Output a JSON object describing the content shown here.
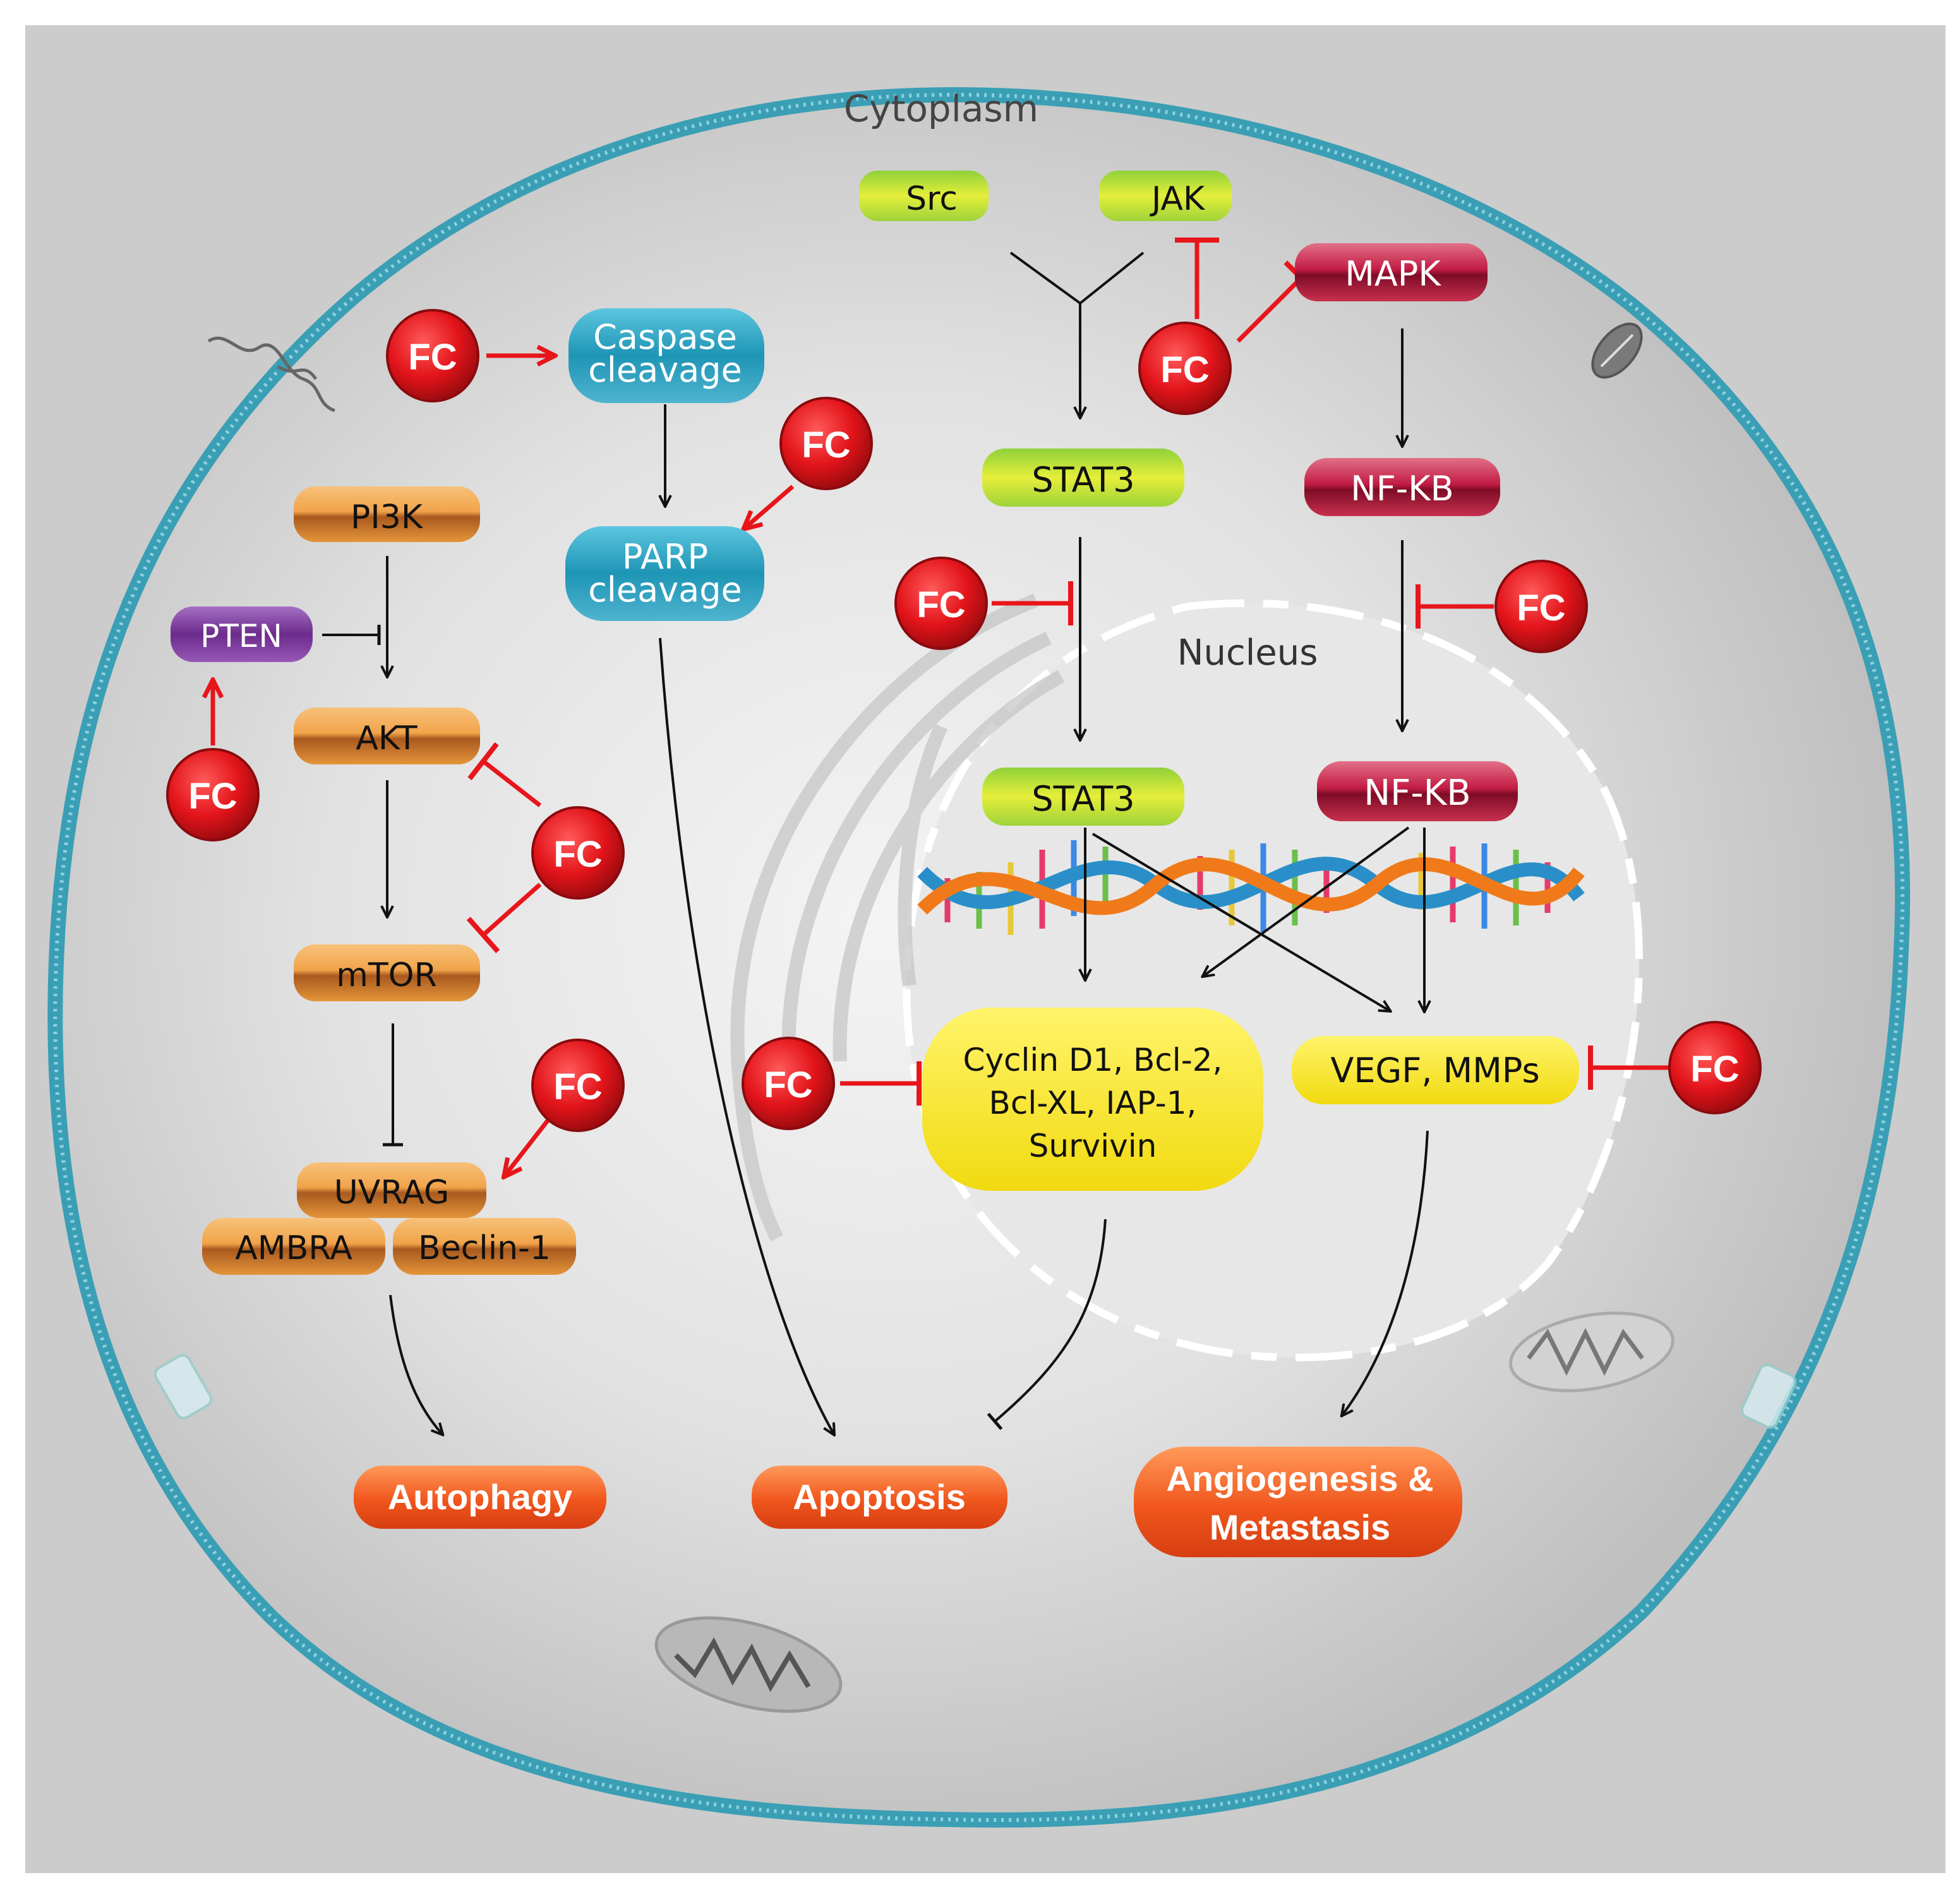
{
  "regions": {
    "cytoplasm": "Cytoplasm",
    "nucleus": "Nucleus"
  },
  "nodes": {
    "src": "Src",
    "jak": "JAK",
    "mapk": "MAPK",
    "stat3_cyto": "STAT3",
    "nfkb_cyto": "NF-KB",
    "stat3_nuc": "STAT3",
    "nfkb_nuc": "NF-KB",
    "pi3k": "PI3K",
    "pten": "PTEN",
    "akt": "AKT",
    "mtor": "mTOR",
    "uvrag": "UVRAG",
    "ambra": "AMBRA",
    "beclin": "Beclin-1",
    "caspase_1": "Caspase",
    "caspase_2": "cleavage",
    "parp_1": "PARP",
    "parp_2": "cleavage",
    "cyclin_1": "Cyclin D1, Bcl-2,",
    "cyclin_2": "Bcl-XL, IAP-1,",
    "cyclin_3": "Survivin",
    "vegf": "VEGF, MMPs"
  },
  "outcomes": {
    "autophagy": "Autophagy",
    "apoptosis": "Apoptosis",
    "angio_1": "Angiogenesis &",
    "angio_2": "Metastasis"
  },
  "drug_label": "FC",
  "colors": {
    "background": "#cccccc",
    "membrane": "#3a9fb5",
    "fc": "#e8151b",
    "inhibit": "#e8151b",
    "outcome": "#f06a2a",
    "pi3k_pathway": "#e8932a",
    "stat_pathway": "#b5d43a",
    "nfkb_pathway": "#b3153a",
    "caspase": "#2aa3c0",
    "pten": "#7a3a9a",
    "targets": "#f5e21c"
  }
}
